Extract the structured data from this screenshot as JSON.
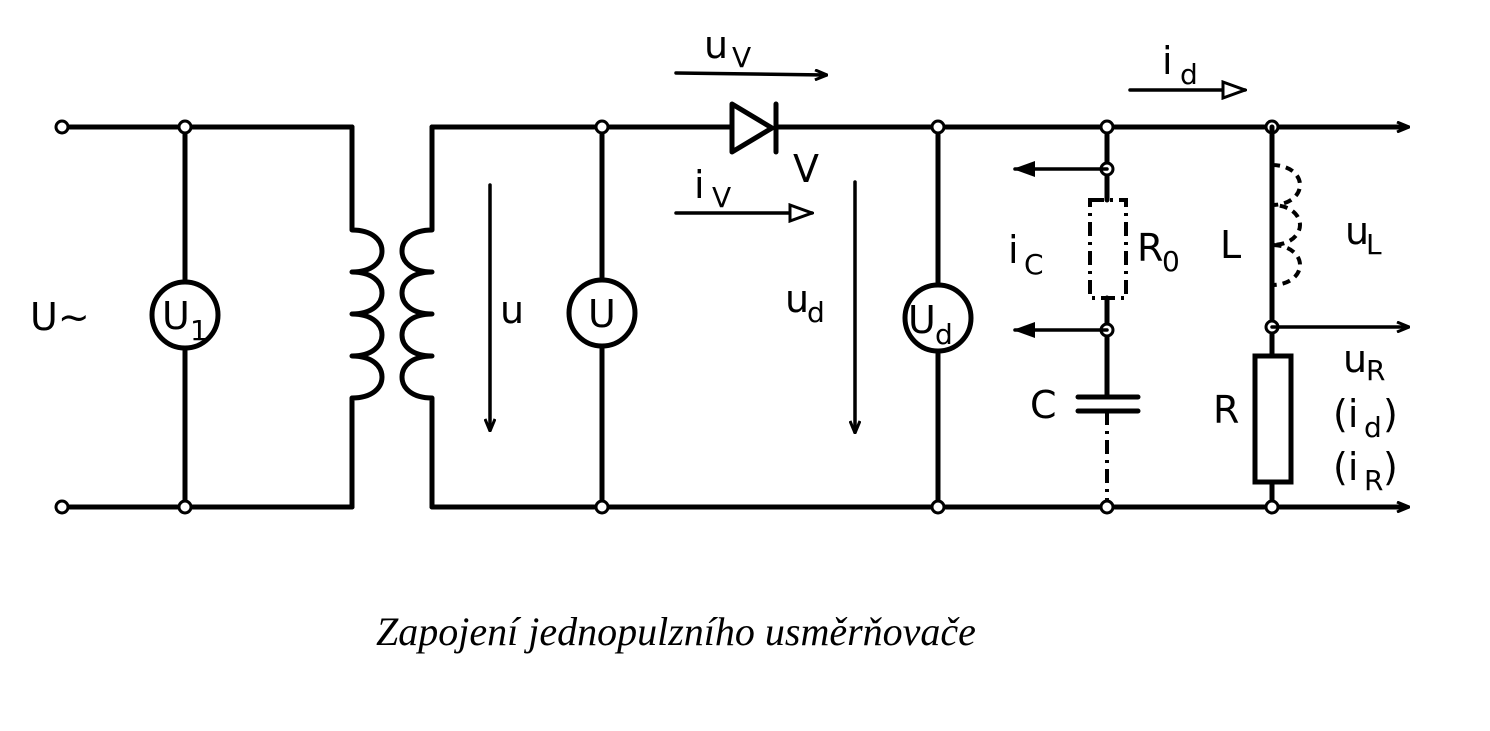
{
  "labels": {
    "source": "U~",
    "meter_u1": "U",
    "meter_u1_sub": "1",
    "meter_u": "U",
    "meter_ud": "U",
    "meter_ud_sub": "d",
    "voltage_u": "u",
    "voltage_ud": "u",
    "voltage_ud_sub": "d",
    "uv": "u",
    "uv_sub": "V",
    "iv": "i",
    "iv_sub": "V",
    "diode": "V",
    "id": "i",
    "id_sub": "d",
    "ic": "i",
    "ic_sub": "C",
    "r0": "R",
    "r0_sub": "0",
    "capacitor": "C",
    "inductor": "L",
    "ul": "u",
    "ul_sub": "L",
    "ur": "u",
    "ur_sub": "R",
    "resistor": "R",
    "id_paren_open": "(i",
    "id_paren_sub": "d",
    "id_paren_close": ")",
    "ir_paren_open": "(i",
    "ir_paren_sub": "R",
    "ir_paren_close": ")"
  },
  "caption": "Zapojení jednopulzního usměrňovače"
}
